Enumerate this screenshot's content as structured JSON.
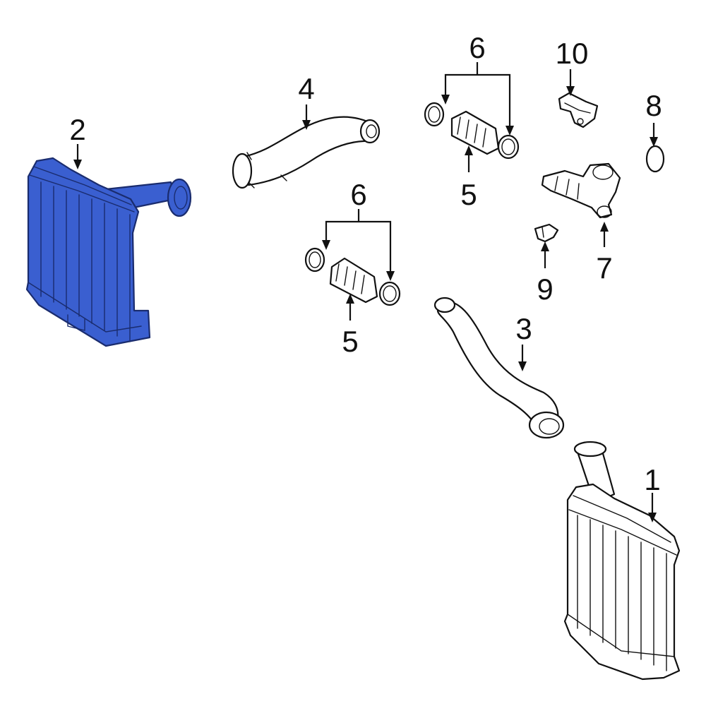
{
  "colors": {
    "highlight": "#3a5fd0",
    "highlight_stroke": "#1a2c6e",
    "line": "#111111",
    "background": "#ffffff"
  },
  "callouts": [
    {
      "id": "1",
      "text": "1"
    },
    {
      "id": "2",
      "text": "2"
    },
    {
      "id": "3",
      "text": "3"
    },
    {
      "id": "4",
      "text": "4"
    },
    {
      "id": "5a",
      "text": "5"
    },
    {
      "id": "5b",
      "text": "5"
    },
    {
      "id": "6a",
      "text": "6"
    },
    {
      "id": "6b",
      "text": "6"
    },
    {
      "id": "7",
      "text": "7"
    },
    {
      "id": "8",
      "text": "8"
    },
    {
      "id": "9",
      "text": "9"
    },
    {
      "id": "10",
      "text": "10"
    }
  ],
  "highlighted_part": "2"
}
